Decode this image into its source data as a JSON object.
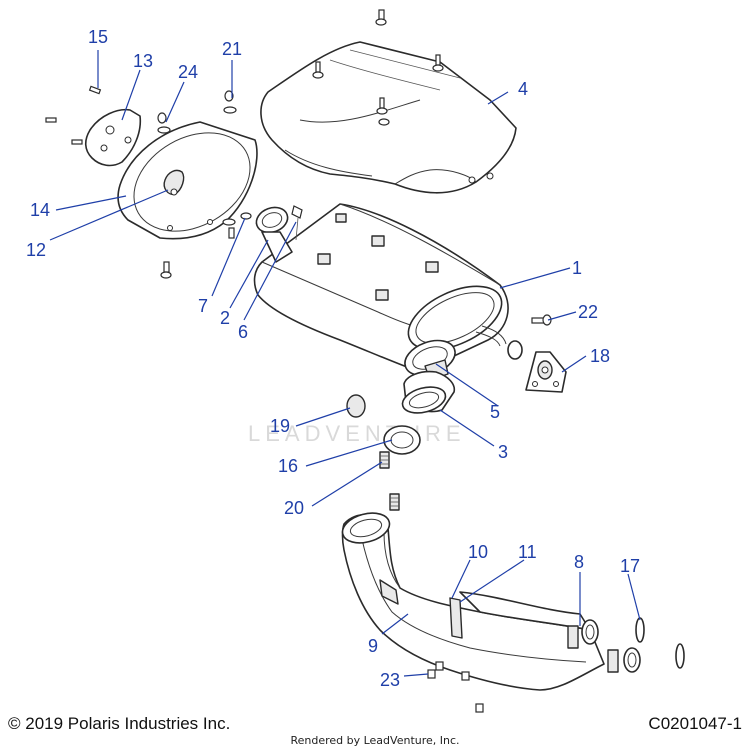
{
  "callouts": {
    "c1": "1",
    "c2": "2",
    "c3": "3",
    "c4": "4",
    "c5": "5",
    "c6": "6",
    "c7": "7",
    "c8": "8",
    "c9": "9",
    "c10": "10",
    "c11": "11",
    "c12": "12",
    "c13": "13",
    "c14": "14",
    "c15": "15",
    "c16": "16",
    "c17": "17",
    "c18": "18",
    "c19": "19",
    "c20": "20",
    "c21": "21",
    "c22": "22",
    "c23": "23",
    "c24": "24"
  },
  "watermark": "LEADVENTURE",
  "footer": {
    "copyright": "© 2019 Polaris Industries Inc.",
    "rendered_by": "Rendered by LeadVenture, Inc.",
    "drawing_id": "C0201047-1"
  },
  "colors": {
    "callout": "#1f3fa8",
    "line": "#2b2b2b"
  }
}
